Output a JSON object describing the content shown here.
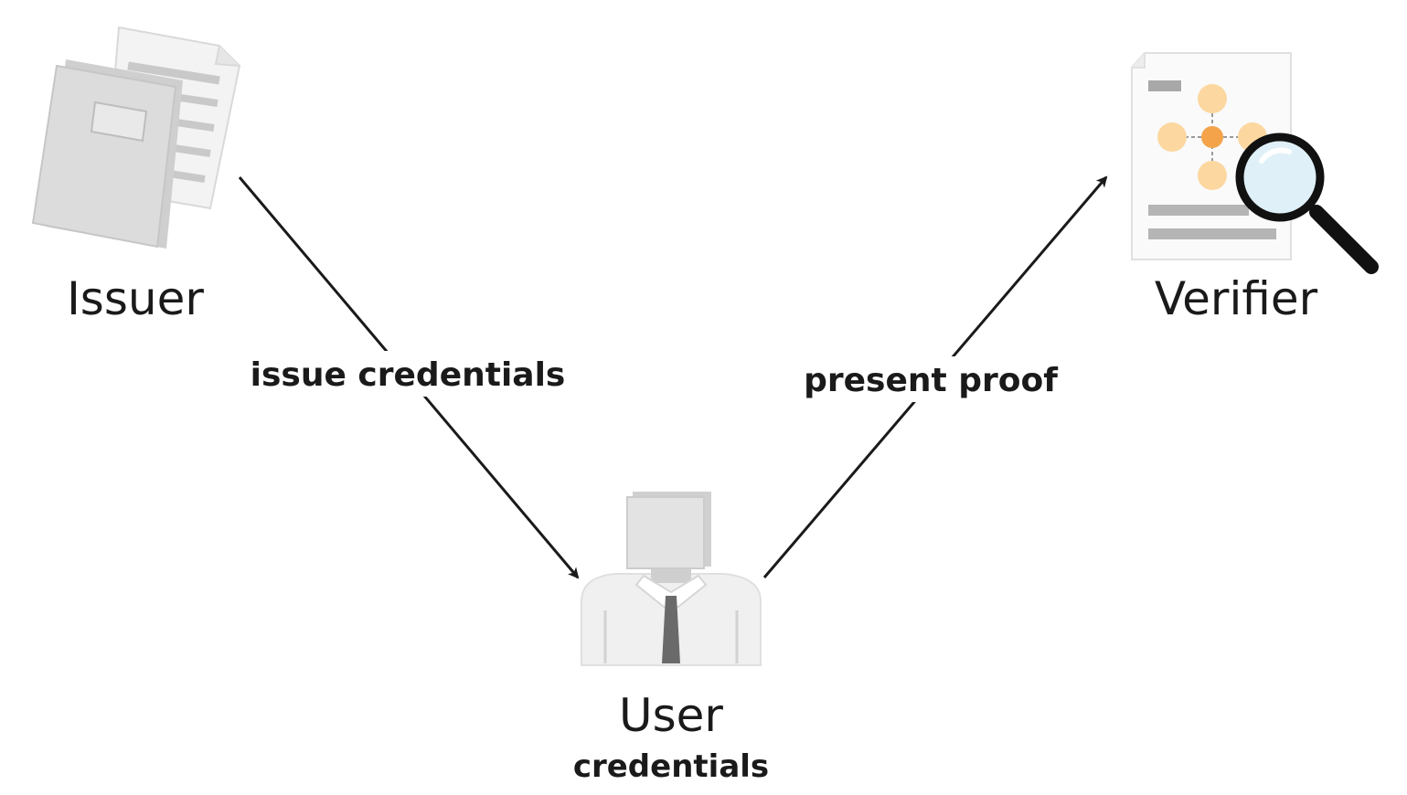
{
  "nodes": {
    "issuer": {
      "label": "Issuer",
      "icon": "document-folder-icon"
    },
    "verifier": {
      "label": "Verifier",
      "icon": "document-magnifier-icon"
    },
    "user": {
      "label": "User",
      "sublabel": "credentials",
      "icon": "user-person-icon"
    }
  },
  "edges": {
    "issue": {
      "label": "issue credentials",
      "from": "Issuer",
      "to": "User"
    },
    "present": {
      "label": "present proof",
      "from": "User",
      "to": "Verifier"
    }
  },
  "colors": {
    "arrow": "#1a1a1a",
    "icon_gray": "#d9d9d9",
    "icon_gray_dark": "#bdbdbd",
    "accent_orange": "#f4a34a",
    "accent_orange_light": "#fcd7a0",
    "magnifier_lens": "#dff0f8"
  }
}
